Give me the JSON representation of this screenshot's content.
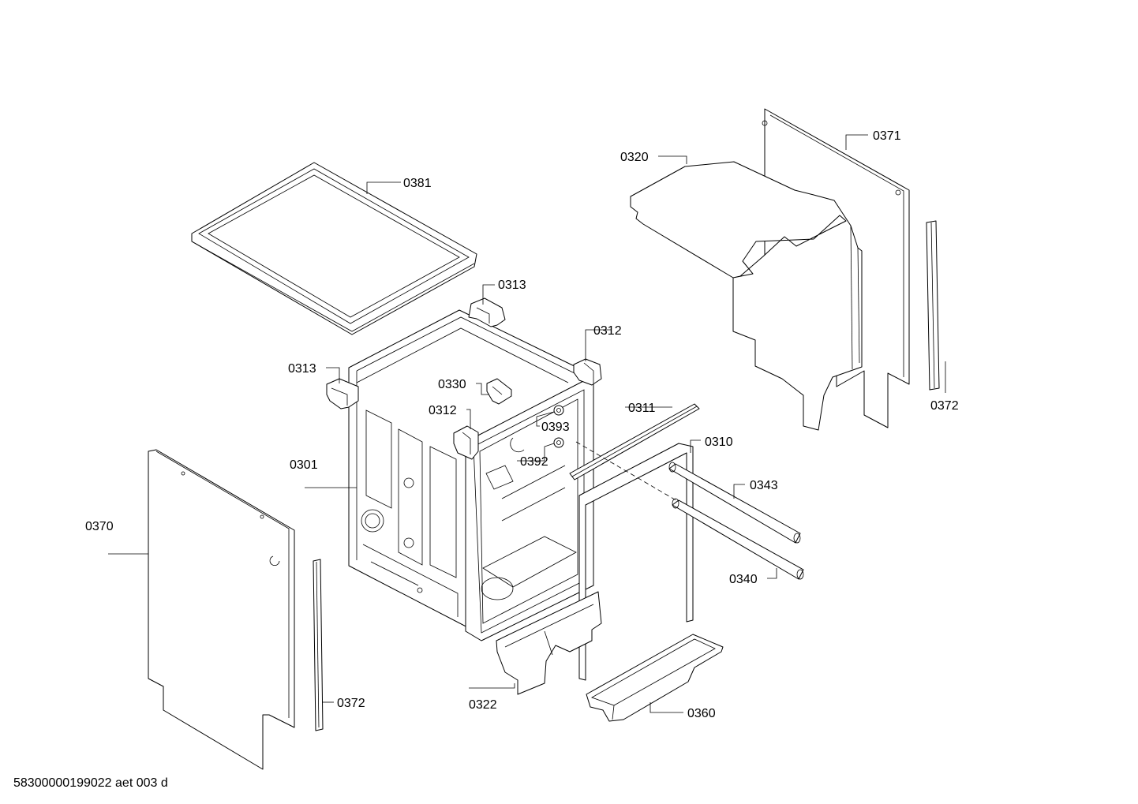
{
  "callouts": {
    "p0381": "0381",
    "p0313_top": "0313",
    "p0313_left": "0313",
    "p0312_right": "0312",
    "p0312_mid": "0312",
    "p0330": "0330",
    "p0393": "0393",
    "p0392": "0392",
    "p0311": "0311",
    "p0310": "0310",
    "p0343": "0343",
    "p0340": "0340",
    "p0301": "0301",
    "p0370": "0370",
    "p0372_left": "0372",
    "p0372_right": "0372",
    "p0322": "0322",
    "p0360": "0360",
    "p0320": "0320",
    "p0371": "0371"
  },
  "footer": {
    "doc_id": "58300000199022 aet 003 d"
  }
}
